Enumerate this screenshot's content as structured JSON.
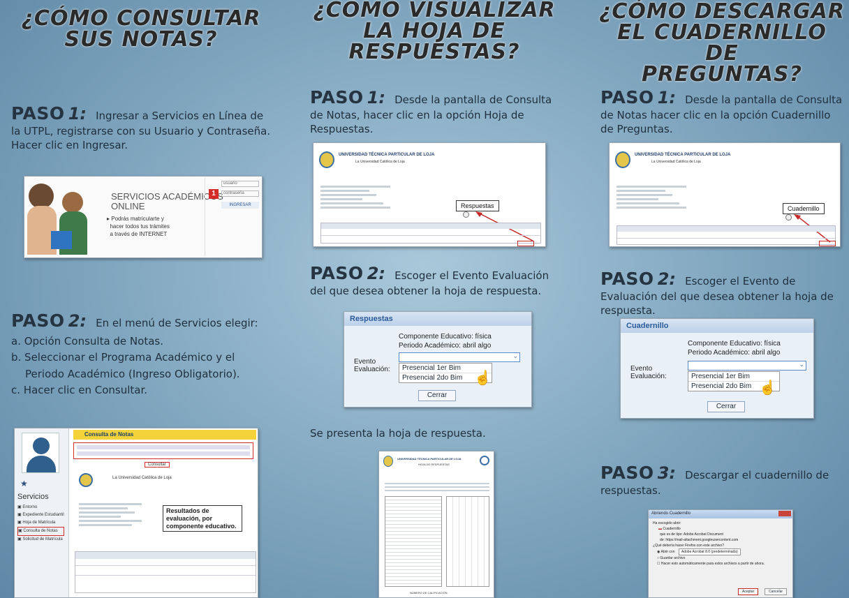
{
  "col1": {
    "title_line1": "¿CÓMO CONSULTAR",
    "title_line2": "SUS NOTAS?",
    "paso1_label": "PASO",
    "paso1_num": "1:",
    "paso1_text": "Ingresar a Servicios en Línea de la UTPL, registrarse con su Usuario y Contraseña. Hacer clic en Ingresar.",
    "login_banner": {
      "title_line1": "SERVICIOS ACADÉMICOS",
      "title_line2": "ONLINE",
      "bullet1": "Podrás matricularte y",
      "bullet2": "hacer todos tus trámites",
      "bullet3": "a través de INTERNET",
      "user_label": "usuario",
      "pass_label": "contraseña",
      "badge": "1",
      "btn": "INGRESAR"
    },
    "paso2_label": "PASO",
    "paso2_num": "2:",
    "paso2_text": "En el menú de Servicios elegir:",
    "list": [
      "a.  Opción Consulta de Notas.",
      "b.  Seleccionar el Programa Académico y el Periodo Académico (Ingreso Obligatorio).",
      "c.  Hacer clic en Consultar."
    ],
    "notas_shot": {
      "header": "Consulta de Notas",
      "side_title": "Servicios",
      "side_items": [
        "Entorno",
        "Expediente Estudiantil",
        "Hoja de Matrícula",
        "Consulta de Notas",
        "Solicitud de Matrícula"
      ],
      "callout": "Resultados de evaluación, por componente educativo.",
      "consultar": "Consultar",
      "uni_sub": "La Universidad Católica de Loja"
    }
  },
  "col2": {
    "title_line1": "¿CÓMO VISUALIZAR",
    "title_line2": "LA HOJA DE",
    "title_line3": "RESPUESTAS?",
    "paso1_label": "PASO",
    "paso1_num": "1:",
    "paso1_text": "Desde la pantalla de Consulta de Notas, hacer clic en  la opción Hoja de Respuestas.",
    "shot1": {
      "uni": "UNIVERSIDAD TÉCNICA PARTICULAR DE LOJA",
      "sub": "La Universidad Católica de Loja",
      "btn": "Respuestas"
    },
    "paso2_label": "PASO",
    "paso2_num": "2:",
    "paso2_text": "Escoger el Evento Evaluación del que desea obtener la hoja de respuesta.",
    "dialog": {
      "title": "Respuestas",
      "comp": "Componente Educativo: física",
      "periodo": "Periodo Académico: abril algo",
      "evento": "Evento Evaluación:",
      "opt1": "Presencial 1er Bim",
      "opt2": "Presencial 2do Bim",
      "close": "Cerrar"
    },
    "presenta": "Se presenta la hoja de respuesta.",
    "sheet": {
      "uni": "UNIVERSIDAD TÉCNICA PARTICULAR DE LOJA",
      "sub": "HOJA DE RESPUESTAS",
      "footer": "NÚMERO DE CALIFICACIÓN"
    }
  },
  "col3": {
    "title_line1": "¿CÓMO DESCARGAR",
    "title_line2": "EL CUADERNILLO DE",
    "title_line3": "PREGUNTAS?",
    "paso1_label": "PASO",
    "paso1_num": "1:",
    "paso1_text": "Desde la pantalla de Consulta de Notas hacer clic en  la opción Cuadernillo de Preguntas.",
    "shot1": {
      "uni": "UNIVERSIDAD TÉCNICA PARTICULAR DE LOJA",
      "sub": "La Universidad Católica de Loja",
      "btn": "Cuadernillo"
    },
    "paso2_label": "PASO",
    "paso2_num": "2:",
    "paso2_text": "Escoger el Evento de Evaluación del que desea obtener la hoja de respuesta.",
    "dialog": {
      "title": "Cuadernillo",
      "comp": "Componente Educativo: física",
      "periodo": "Periodo Académico: abril algo",
      "evento": "Evento Evaluación:",
      "opt1": "Presencial 1er Bim",
      "opt2": "Presencial 2do Bim",
      "close": "Cerrar"
    },
    "paso3_label": "PASO",
    "paso3_num": "3:",
    "paso3_text": "Descargar el cuadernillo de respuestas.",
    "download": {
      "title": "Abriendo Cuadernillo",
      "line1": "Ha escogido abrir:",
      "file": "Cuadernillo",
      "type": "que es de tipo: Adobe Acrobat Document",
      "from": "de: https://mail-attachment.googleusercontent.com",
      "question": "¿Qué debería hacer Firefox con este archivo?",
      "open_with": "Abrir con",
      "app": "Adobe Acrobat 8.0 (predeterminada)",
      "save": "Guardar archivo",
      "auto": "Hacer esto automáticamente para estos archivos a partir de ahora.",
      "accept": "Aceptar",
      "cancel": "Cancelar"
    }
  }
}
